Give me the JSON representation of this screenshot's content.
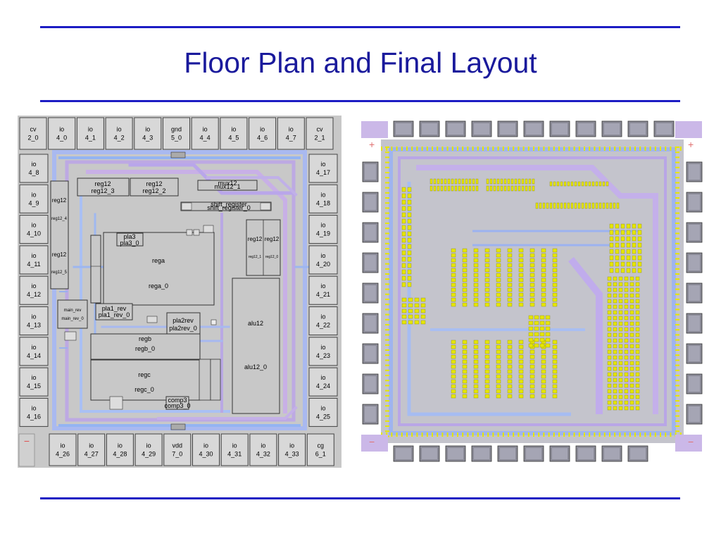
{
  "slide": {
    "title": "Floor Plan and Final Layout"
  },
  "colors": {
    "rule": "#1d1dc4",
    "title": "#1a1a9c",
    "chip_bg": "#c8c8c8",
    "pad": "#d8d8d8",
    "wire_purple": "#b8a8e0",
    "wire_blue": "#8fb0ee",
    "cell_yellow": "#e6e600"
  },
  "floorplan": {
    "top_pads": [
      {
        "a": "cv",
        "b": "2_0"
      },
      {
        "a": "io",
        "b": "4_0"
      },
      {
        "a": "io",
        "b": "4_1"
      },
      {
        "a": "io",
        "b": "4_2"
      },
      {
        "a": "io",
        "b": "4_3"
      },
      {
        "a": "gnd",
        "b": "5_0"
      },
      {
        "a": "io",
        "b": "4_4"
      },
      {
        "a": "io",
        "b": "4_5"
      },
      {
        "a": "io",
        "b": "4_6"
      },
      {
        "a": "io",
        "b": "4_7"
      },
      {
        "a": "cv",
        "b": "2_1"
      }
    ],
    "bottom_pads": [
      {
        "a": "io",
        "b": "4_26"
      },
      {
        "a": "io",
        "b": "4_27"
      },
      {
        "a": "io",
        "b": "4_28"
      },
      {
        "a": "io",
        "b": "4_29"
      },
      {
        "a": "vdd",
        "b": "7_0"
      },
      {
        "a": "io",
        "b": "4_30"
      },
      {
        "a": "io",
        "b": "4_31"
      },
      {
        "a": "io",
        "b": "4_32"
      },
      {
        "a": "io",
        "b": "4_33"
      },
      {
        "a": "cg",
        "b": "6_1"
      }
    ],
    "left_pads": [
      {
        "a": "io",
        "b": "4_8"
      },
      {
        "a": "io",
        "b": "4_9"
      },
      {
        "a": "io",
        "b": "4_10"
      },
      {
        "a": "io",
        "b": "4_11"
      },
      {
        "a": "io",
        "b": "4_12"
      },
      {
        "a": "io",
        "b": "4_13"
      },
      {
        "a": "io",
        "b": "4_14"
      },
      {
        "a": "io",
        "b": "4_15"
      },
      {
        "a": "io",
        "b": "4_16"
      }
    ],
    "right_pads": [
      {
        "a": "io",
        "b": "4_17"
      },
      {
        "a": "io",
        "b": "4_18"
      },
      {
        "a": "io",
        "b": "4_19"
      },
      {
        "a": "io",
        "b": "4_20"
      },
      {
        "a": "io",
        "b": "4_21"
      },
      {
        "a": "io",
        "b": "4_22"
      },
      {
        "a": "io",
        "b": "4_23"
      },
      {
        "a": "io",
        "b": "4_24"
      },
      {
        "a": "io",
        "b": "4_25"
      }
    ],
    "blocks": {
      "reg12_3": {
        "a": "reg12",
        "b": "reg12_3"
      },
      "reg12_2": {
        "a": "reg12",
        "b": "reg12_2"
      },
      "mux12_1": {
        "a": "mux12",
        "b": "mux12_1"
      },
      "shift_register_0": {
        "a": "shift_register",
        "b": "shift_register_0"
      },
      "reg12_4": {
        "a": "reg12",
        "b": "reg12_4"
      },
      "reg12_5": {
        "a": "reg12",
        "b": "reg12_5"
      },
      "pla3_0": {
        "a": "pla3",
        "b": "pla3_0"
      },
      "rega_0": {
        "a": "rega",
        "b": "rega_0"
      },
      "reg12_right1": {
        "a": "reg12",
        "b": "reg12_1"
      },
      "reg12_right0": {
        "a": "reg12",
        "b": "reg12_0"
      },
      "pla1_rev_0": {
        "a": "pla1_rev",
        "b": "pla1_rev_0"
      },
      "pla2rev_0": {
        "a": "pla2rev",
        "b": "pla2rev_0"
      },
      "regb_0": {
        "a": "regb",
        "b": "regb_0"
      },
      "alu12_0": {
        "a": "alu12",
        "b": "alu12_0"
      },
      "regc_0": {
        "a": "regc",
        "b": "regc_0"
      },
      "comp3_0": {
        "a": "comp3",
        "b": "comp3_0"
      },
      "main_rev": {
        "a": "main_rev",
        "b": "main_rev_0"
      }
    }
  }
}
